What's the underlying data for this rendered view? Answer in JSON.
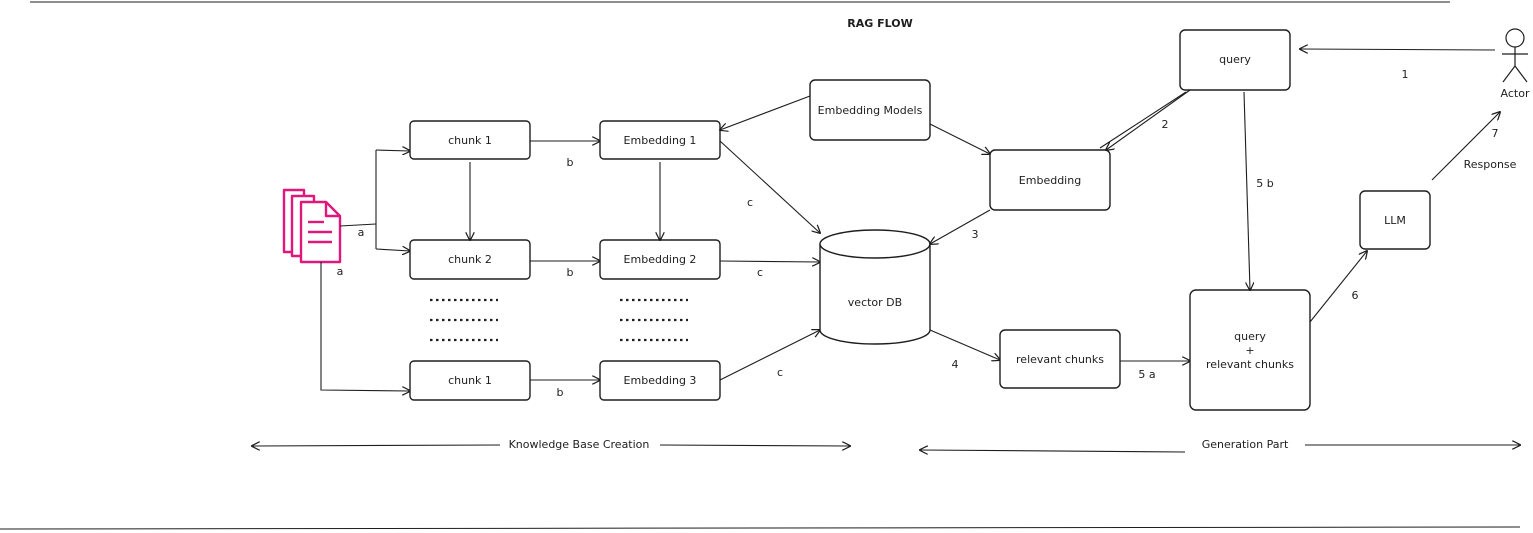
{
  "title": "RAG FLOW",
  "colors": {
    "ink": "#1e1e1e",
    "doc_icon": "#e0187c"
  },
  "nodes": {
    "chunk_top": "chunk 1",
    "chunk_mid": "chunk 2",
    "chunk_bot": "chunk 1",
    "embedding_1": "Embedding 1",
    "embedding_2": "Embedding 2",
    "embedding_3": "Embedding 3",
    "embedding_models": "Embedding Models",
    "vector_db": "vector DB",
    "embedding": "Embedding",
    "query": "query",
    "relevant_chunks": "relevant chunks",
    "query_relevant_line1": "query",
    "query_relevant_line2": "+",
    "query_relevant_line3": "relevant chunks",
    "llm": "LLM",
    "actor": "Actor"
  },
  "edge_labels": {
    "a_top": "a",
    "a_bottom": "a",
    "b1": "b",
    "b2": "b",
    "b3": "b",
    "c1": "c",
    "c2": "c",
    "c3": "c",
    "e1": "1",
    "e2": "2",
    "e3": "3",
    "e4": "4",
    "e5a": "5 a",
    "e5b": "5 b",
    "e6": "6",
    "e7": "7",
    "response": "Response"
  },
  "sections": {
    "knowledge_base": "Knowledge Base Creation",
    "generation": "Generation Part"
  },
  "icons": {
    "documents": "documents-icon",
    "actor": "stick-figure-icon"
  }
}
